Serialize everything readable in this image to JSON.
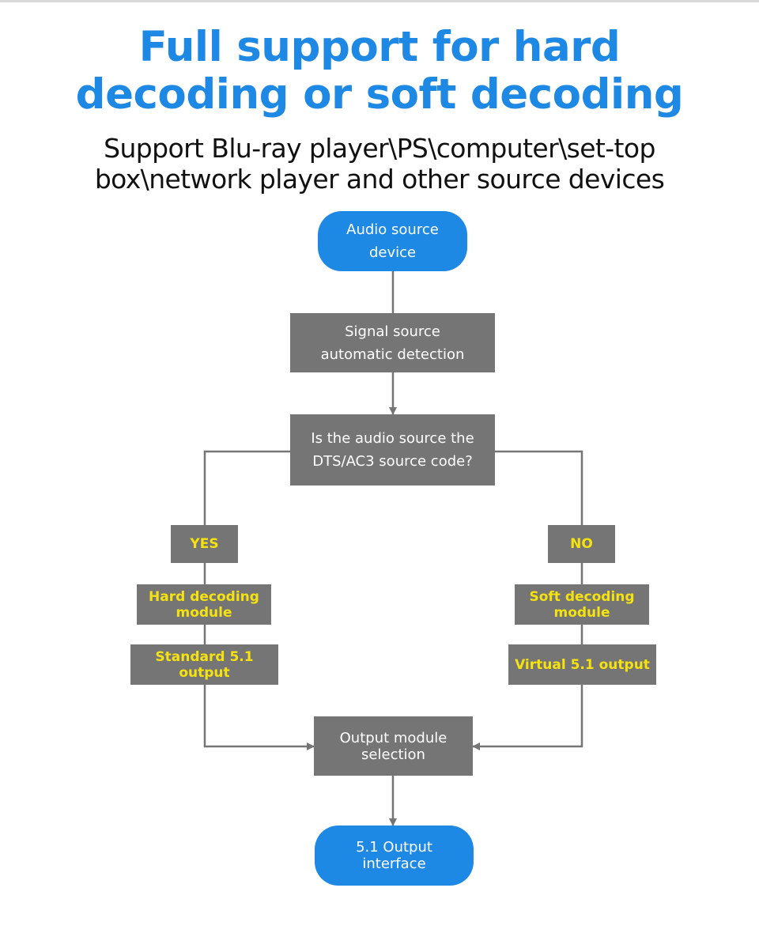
{
  "headline": {
    "line1": "Full support for hard",
    "line2": "decoding or soft decoding"
  },
  "subhead": {
    "line1": "Support Blu-ray player\\PS\\computer\\set-top",
    "line2": "box\\network player and other source devices"
  },
  "flowchart": {
    "start": {
      "line1": "Audio source",
      "line2": "device"
    },
    "detect": {
      "line1": "Signal source",
      "line2": "automatic detection"
    },
    "decision": {
      "line1": "Is the audio source the",
      "line2": "DTS/AC3 source code?"
    },
    "yes_label": "YES",
    "no_label": "NO",
    "hard_decoding": {
      "line1": "Hard decoding",
      "line2": "module"
    },
    "soft_decoding": {
      "line1": "Soft decoding",
      "line2": "module"
    },
    "standard_output": {
      "line1": "Standard 5.1",
      "line2": "output"
    },
    "virtual_output": "Virtual 5.1 output",
    "output_selection": {
      "line1": "Output module",
      "line2": "selection"
    },
    "end": {
      "line1": "5.1 Output",
      "line2": "interface"
    }
  },
  "colors": {
    "accent_blue": "#1e88e5",
    "box_gray": "#757575",
    "label_yellow": "#f5e20f",
    "connector": "#757575"
  }
}
